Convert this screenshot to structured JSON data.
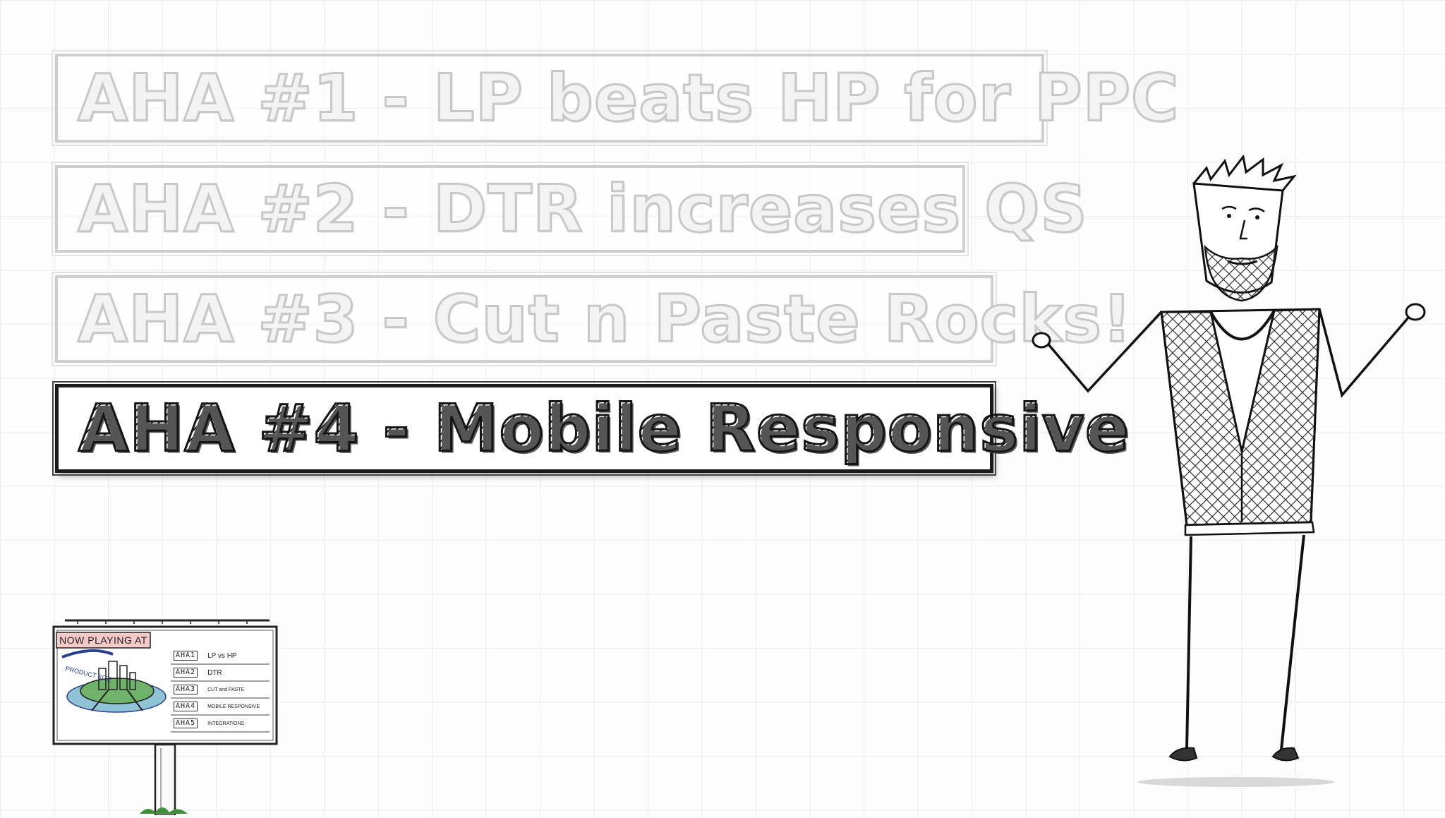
{
  "aha_items": [
    {
      "label": "AHA #1 - LP beats HP for PPC",
      "state": "faded"
    },
    {
      "label": "AHA #2 - DTR increases QS",
      "state": "faded"
    },
    {
      "label": "AHA #3 - Cut n Paste Rocks!",
      "state": "faded"
    },
    {
      "label": "AHA #4 - Mobile Responsive",
      "state": "active"
    }
  ],
  "billboard": {
    "heading": "NOW PLAYING AT",
    "caption": "PRODUCT SITE",
    "rows": [
      {
        "aha": "AHA1",
        "label": "LP vs HP"
      },
      {
        "aha": "AHA2",
        "label": "DTR"
      },
      {
        "aha": "AHA3",
        "label": "CUT and PASTE"
      },
      {
        "aha": "AHA4",
        "label": "MOBILE RESPONSIVE"
      },
      {
        "aha": "AHA5",
        "label": "INTEGRATIONS"
      }
    ]
  },
  "colors": {
    "grid": "#ececec",
    "ink": "#151515",
    "faded_ink": "#c8c8c8",
    "billboard_heading_bg": "#f4c9c9",
    "grass": "#3f8f3a",
    "water": "#8fc3d6"
  },
  "icons": {
    "figure": "stick-figure-shrugging",
    "billboard": "billboard-illustration"
  }
}
